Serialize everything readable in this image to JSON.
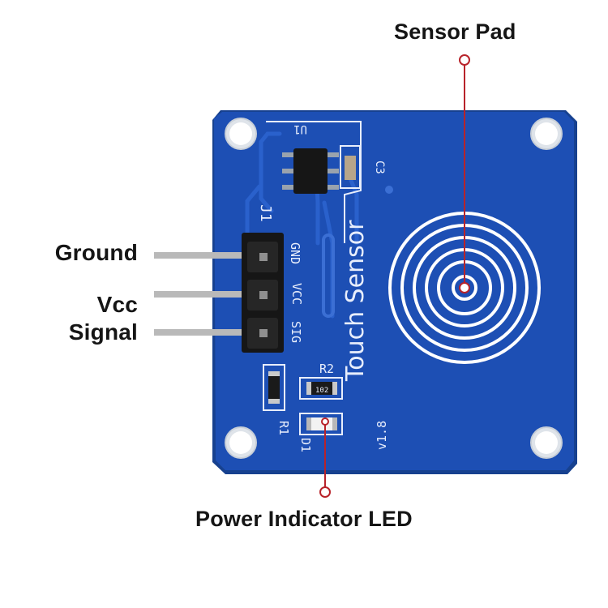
{
  "callouts": {
    "sensor_pad": "Sensor Pad",
    "ground": "Ground",
    "vcc": "Vcc",
    "signal": "Signal",
    "power_led": "Power Indicator LED"
  },
  "board": {
    "title": "Touch Sensor",
    "version": "v1.8",
    "ic_ref": "U1",
    "cap_ref": "C3",
    "header_ref": "J1",
    "pin_names": [
      "SIG",
      "VCC",
      "GND"
    ],
    "resistor_r1": "R1",
    "resistor_r2": "R2",
    "r2_code": "102",
    "led_ref": "D1"
  },
  "colors": {
    "pcb_blue": "#1d4fb4",
    "pcb_shadow": "#17418f",
    "silkscreen": "#e8eefc",
    "callout_line": "#b8232a",
    "label_text": "#151515",
    "header_black": "#161616",
    "pin_metal": "#b9b9b9"
  }
}
